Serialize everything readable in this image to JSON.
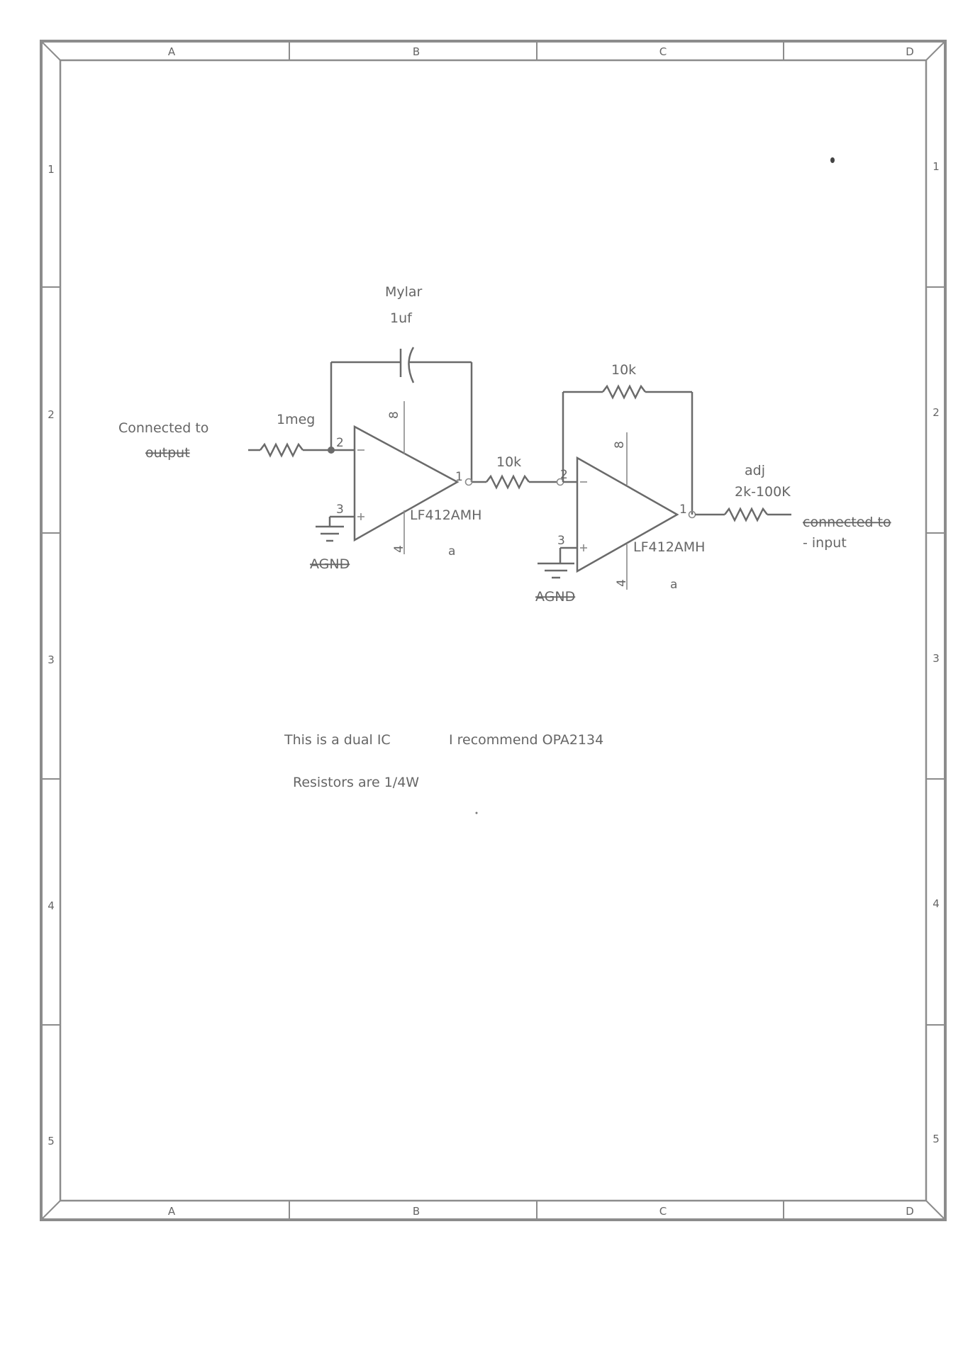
{
  "frame": {
    "columns": [
      "A",
      "B",
      "C",
      "D"
    ],
    "rows": [
      "1",
      "2",
      "3",
      "4",
      "5"
    ]
  },
  "schematic": {
    "input_label_line1": "Connected to",
    "input_label_line2": "output",
    "r_input": "1meg",
    "cap_type": "Mylar",
    "cap_value": "1uf",
    "u1_pin_inverting": "2",
    "u1_pin_noninverting": "3",
    "u1_pin_output": "1",
    "u1_pin_vplus": "8",
    "u1_pin_vminus": "4",
    "u1_part": "LF412AMH",
    "u1_section": "a",
    "gnd1_label": "AGND",
    "r_series": "10k",
    "r_feedback": "10k",
    "u2_pin_inverting": "2",
    "u2_pin_noninverting": "3",
    "u2_pin_output": "1",
    "u2_pin_vplus": "8",
    "u2_pin_vminus": "4",
    "u2_part": "LF412AMH",
    "u2_section": "a",
    "gnd2_label": "AGND",
    "r_adj_label": "adj",
    "r_adj_value": "2k-100K",
    "output_label_line1": "connected to",
    "output_label_line2": "- input"
  },
  "notes": {
    "dual_ic": "This is a dual IC",
    "recommend": "I recommend  OPA2134",
    "resistors": "Resistors are 1/4W"
  }
}
